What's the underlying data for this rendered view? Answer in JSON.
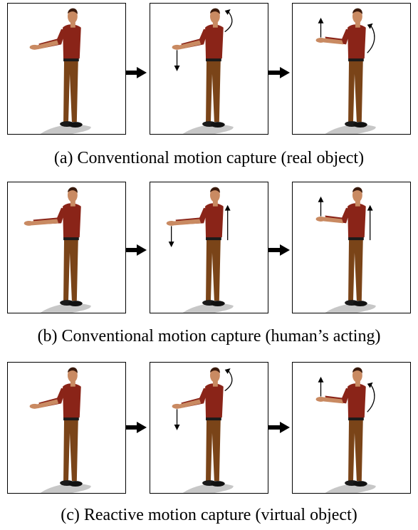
{
  "captions": [
    "(a) Conventional motion capture (real object)",
    "(b) Conventional motion capture (human’s acting)",
    "(c) Reactive motion capture (virtual object)"
  ],
  "rows": [
    {
      "panels": [
        {
          "pose": "level",
          "hand_arrows": [],
          "body_arrow": "none"
        },
        {
          "pose": "level",
          "hand_arrows": [
            "down"
          ],
          "body_arrow": "curved"
        },
        {
          "pose": "raised",
          "hand_arrows": [
            "up"
          ],
          "body_arrow": "curved"
        }
      ]
    },
    {
      "panels": [
        {
          "pose": "extended",
          "hand_arrows": [],
          "body_arrow": "none"
        },
        {
          "pose": "extended",
          "hand_arrows": [
            "down"
          ],
          "body_arrow": "straight"
        },
        {
          "pose": "raised",
          "hand_arrows": [
            "up"
          ],
          "body_arrow": "straight"
        }
      ]
    },
    {
      "panels": [
        {
          "pose": "level",
          "hand_arrows": [],
          "body_arrow": "none"
        },
        {
          "pose": "level",
          "hand_arrows": [
            "down"
          ],
          "body_arrow": "curved"
        },
        {
          "pose": "raised",
          "hand_arrows": [
            "up"
          ],
          "body_arrow": "curved"
        }
      ]
    }
  ],
  "colors": {
    "shirt": "#8a2418",
    "trousers": "#7a4418",
    "skin": "#c98a62",
    "hair": "#3a1a0c",
    "shadow": "#bdbdbd"
  }
}
